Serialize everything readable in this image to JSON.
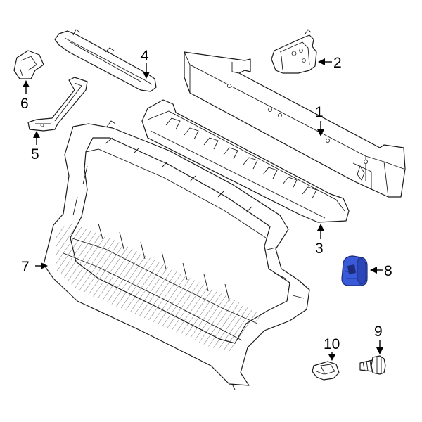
{
  "callouts": [
    {
      "id": "1",
      "label": "1"
    },
    {
      "id": "2",
      "label": "2"
    },
    {
      "id": "3",
      "label": "3"
    },
    {
      "id": "4",
      "label": "4"
    },
    {
      "id": "5",
      "label": "5"
    },
    {
      "id": "6",
      "label": "6"
    },
    {
      "id": "7",
      "label": "7"
    },
    {
      "id": "8",
      "label": "8"
    },
    {
      "id": "9",
      "label": "9"
    },
    {
      "id": "10",
      "label": "10"
    }
  ],
  "colors": {
    "line": "#1a1a1a",
    "highlight_fill": "#3a5bd9",
    "highlight_stroke": "#1c2c7a",
    "background": "#ffffff"
  }
}
